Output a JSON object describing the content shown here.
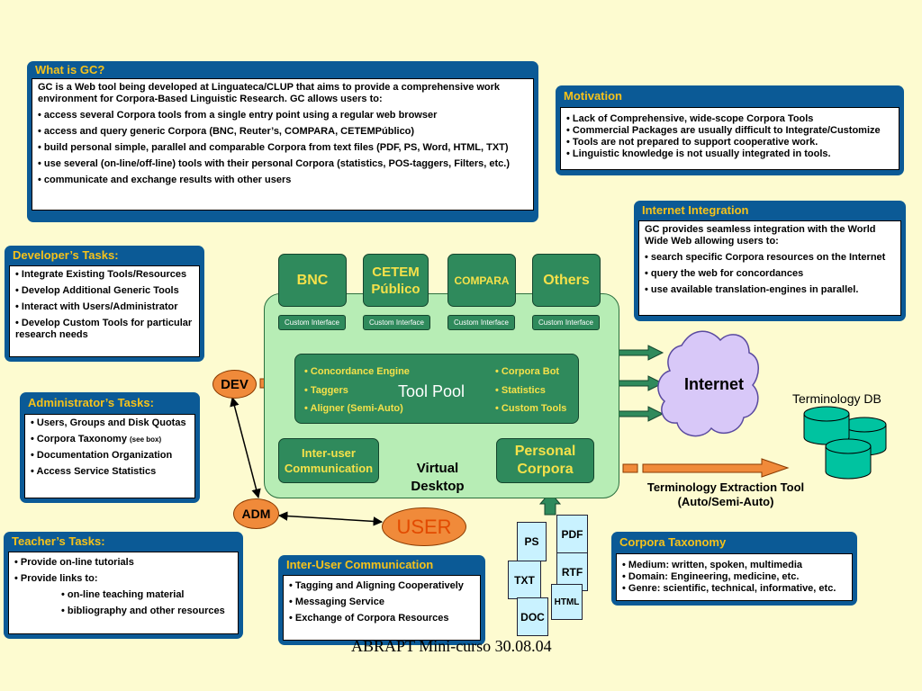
{
  "what_is_gc": {
    "title": "What is GC?",
    "intro": "GC is a Web tool being developed at Linguateca/CLUP that aims to provide a comprehensive work environment for Corpora-Based Linguistic Research. GC allows users to:",
    "items": [
      "• access several Corpora tools from a single entry point using a regular web browser",
      "• access and query generic Corpora (BNC, Reuter’s, COMPARA, CETEMPúblico)",
      "• build personal simple, parallel and comparable Corpora from text files (PDF, PS, Word, HTML, TXT)",
      "• use several (on-line/off-line) tools with their personal Corpora (statistics, POS-taggers, Filters, etc.)",
      "• communicate and exchange results with other users"
    ]
  },
  "motivation": {
    "title": "Motivation",
    "items": [
      "• Lack of Comprehensive, wide-scope Corpora Tools",
      "• Commercial Packages are usually difficult to Integrate/Customize",
      "• Tools are not prepared to support cooperative work.",
      "• Linguistic knowledge is not usually integrated in tools."
    ]
  },
  "internet_integration": {
    "title": "Internet Integration",
    "intro": "GC provides seamless integration with the World Wide Web allowing users to:",
    "items": [
      "• search specific Corpora resources on the Internet",
      "• query the web for concordances",
      "• use available translation-engines in parallel."
    ]
  },
  "developer_tasks": {
    "title": "Developer’s Tasks:",
    "items": [
      "• Integrate Existing Tools/Resources",
      "• Develop Additional Generic Tools",
      "• Interact with Users/Administrator",
      "• Develop Custom Tools for particular research needs"
    ]
  },
  "admin_tasks": {
    "title": "Administrator’s Tasks:",
    "items": [
      "• Users, Groups and Disk Quotas",
      "• Corpora Taxonomy",
      "• Documentation Organization",
      "• Access Service Statistics"
    ],
    "see_box": "(see box)"
  },
  "teacher_tasks": {
    "title": "Teacher’s Tasks:",
    "items": [
      "• Provide on-line tutorials",
      "• Provide links to:"
    ],
    "subitems": [
      "• on-line teaching material",
      "• bibliography and other resources"
    ]
  },
  "inter_user": {
    "title": "Inter-User Communication",
    "items": [
      "• Tagging and Aligning Cooperatively",
      "• Messaging Service",
      "• Exchange of Corpora Resources"
    ]
  },
  "corpora_taxonomy": {
    "title": "Corpora Taxonomy",
    "items": [
      "• Medium: written, spoken, multimedia",
      "• Domain: Engineering, medicine, etc.",
      "• Genre: scientific, technical, informative, etc."
    ]
  },
  "diagram": {
    "corpora": [
      "BNC",
      "CETEM Público",
      "COMPARA",
      "Others"
    ],
    "custom_interface": "Custom Interface",
    "tool_pool": "Tool Pool",
    "tools_left": [
      "• Concordance Engine",
      "• Taggers",
      "• Aligner (Semi-Auto)"
    ],
    "tools_right": [
      "• Corpora Bot",
      "• Statistics",
      "• Custom Tools"
    ],
    "inter_user_box": "Inter-user Communication",
    "personal_corpora": "Personal Corpora",
    "virtual_desktop": "Virtual Desktop",
    "dev": "DEV",
    "adm": "ADM",
    "user": "USER",
    "internet": "Internet",
    "terminology_db": "Terminology DB",
    "terminology_tool": "Terminology Extraction Tool (Auto/Semi-Auto)",
    "files": [
      "PS",
      "PDF",
      "TXT",
      "RTF",
      "HTML",
      "DOC"
    ]
  },
  "footer": "ABRAPT Mini-curso 30.08.04",
  "colors": {
    "panel": "#0b5a96",
    "panel_title": "#f6c21a",
    "background": "#fdfbd0",
    "tool_green": "#2f8a5c",
    "desktop_green": "#b7edb5",
    "orange": "#f08a3a"
  }
}
